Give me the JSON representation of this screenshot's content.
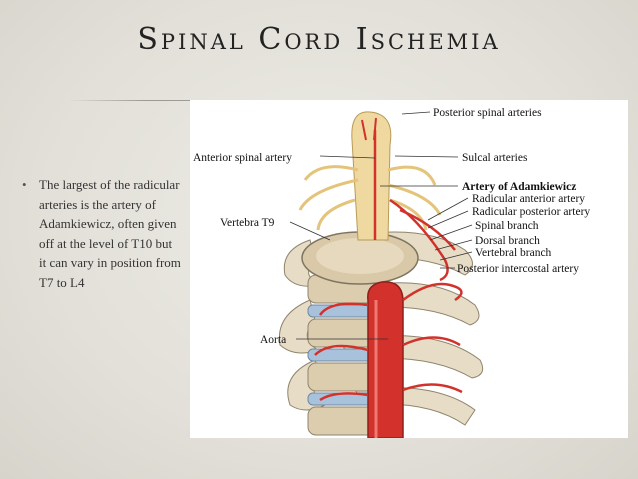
{
  "slide": {
    "title": "Spinal Cord Ischemia",
    "bullets": [
      "The largest of the radicular arteries is the artery of Adamkiewicz, often given off at the level of T10 but it can vary in position from T7 to L4"
    ]
  },
  "figure": {
    "labels": {
      "posterior_spinal_arteries": "Posterior spinal arteries",
      "anterior_spinal_artery": "Anterior spinal artery",
      "sulcal_arteries": "Sulcal arteries",
      "artery_of_adamkiewicz": "Artery of Adamkiewicz",
      "radicular_anterior_artery": "Radicular anterior artery",
      "radicular_posterior_artery": "Radicular posterior artery",
      "spinal_branch": "Spinal branch",
      "vertebra_t9": "Vertebra T9",
      "dorsal_branch": "Dorsal branch",
      "vertebral_branch": "Vertebral branch",
      "posterior_intercostal_artery": "Posterior intercostal artery",
      "aorta": "Aorta"
    },
    "colors": {
      "artery": "#d2322b",
      "nerve": "#e8cf96",
      "bone": "#d9c9a8",
      "disc": "#a8c2dc"
    }
  }
}
